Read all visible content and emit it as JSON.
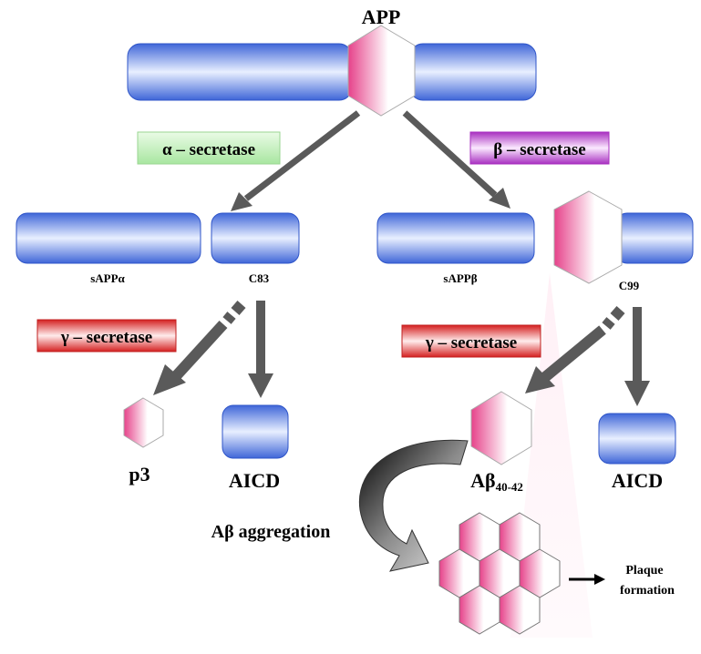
{
  "labels": {
    "app": "APP",
    "alpha_secretase": "α – secretase",
    "beta_secretase": "β – secretase",
    "gamma_secretase_left": "γ – secretase",
    "gamma_secretase_right": "γ  – secretase",
    "sappa": "sAPPα",
    "c83": "C83",
    "sappb": "sAPPβ",
    "c99": "C99",
    "p3": "p3",
    "aicd_left": "AICD",
    "abeta_main": "Aβ",
    "abeta_sub": "40-42",
    "aicd_right": "AICD",
    "aggregation": "Aβ aggregation",
    "plaque_line1": "Plaque",
    "plaque_line2": "formation"
  },
  "colors": {
    "blue_dark": "#3f66d8",
    "blue_light": "#e6eeff",
    "pink": "#e6428a",
    "pink_light": "#ffffff",
    "alpha_box": "#c9f2c4",
    "beta_box": "#cf7bd6",
    "gamma_box": "#e65050",
    "arrow_gray": "#5a5a5a"
  }
}
